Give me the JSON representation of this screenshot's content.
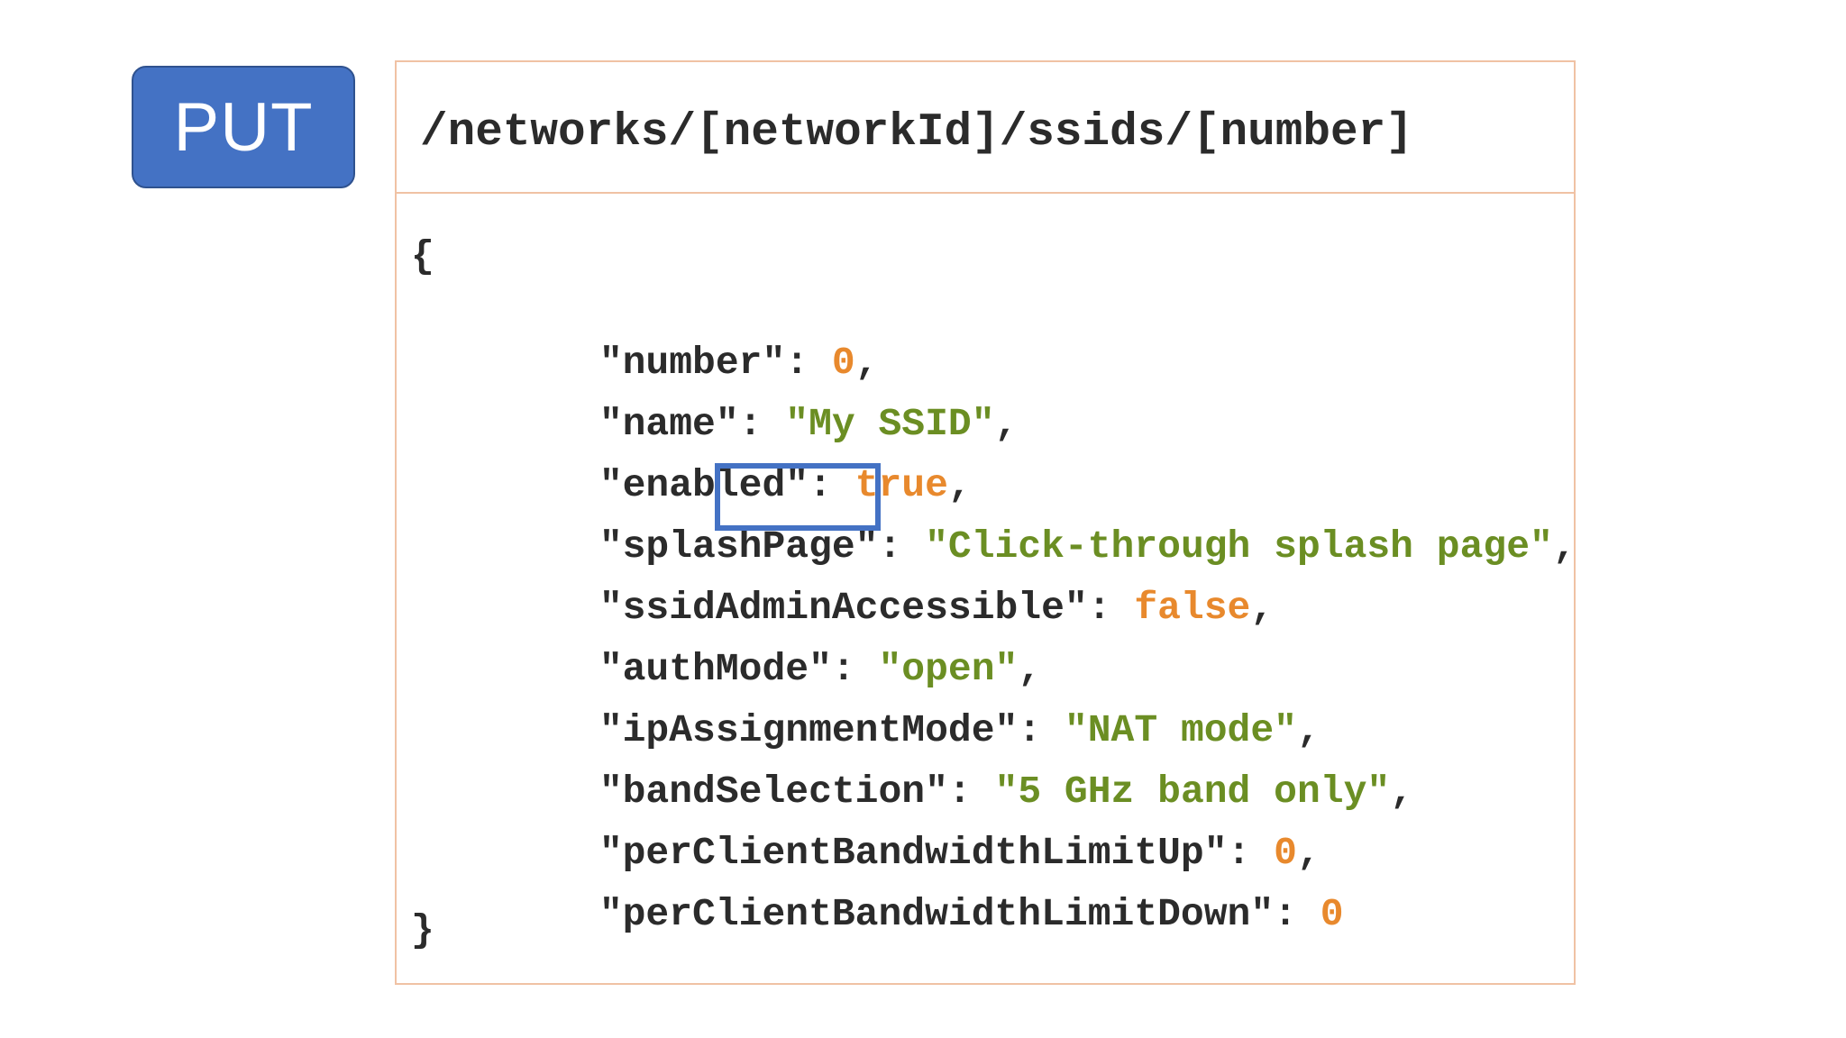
{
  "method": {
    "label": "PUT",
    "color": "#4472c4"
  },
  "endpoint": {
    "path": "/networks/[networkId]/ssids/[number]"
  },
  "body": {
    "open_brace": "{",
    "close_brace": "}",
    "fields": [
      {
        "key": "\"number\"",
        "sep": ": ",
        "value": "0",
        "value_type": "number",
        "trail": ","
      },
      {
        "key": "\"name\"",
        "sep": ": ",
        "value": "\"My SSID\"",
        "value_type": "string",
        "trail": ","
      },
      {
        "key": "\"enabled\"",
        "sep": ": ",
        "value": "true",
        "value_type": "boolean",
        "trail": ","
      },
      {
        "key": "\"splashPage\"",
        "sep": ": ",
        "value": "\"Click-through splash page\"",
        "value_type": "string",
        "trail": ","
      },
      {
        "key": "\"ssidAdminAccessible\"",
        "sep": ": ",
        "value": "false",
        "value_type": "boolean",
        "trail": ","
      },
      {
        "key": "\"authMode\"",
        "sep": ": ",
        "value": "\"open\"",
        "value_type": "string",
        "trail": ","
      },
      {
        "key": "\"ipAssignmentMode\"",
        "sep": ": ",
        "value": "\"NAT mode\"",
        "value_type": "string",
        "trail": ","
      },
      {
        "key": "\"bandSelection\"",
        "sep": ": ",
        "value": "\"5 GHz band only\"",
        "value_type": "string",
        "trail": ","
      },
      {
        "key": "\"perClientBandwidthLimitUp\"",
        "sep": ": ",
        "value": "0",
        "value_type": "number",
        "trail": ","
      },
      {
        "key": "\"perClientBandwidthLimitDown\"",
        "sep": ": ",
        "value": "0",
        "value_type": "number",
        "trail": ""
      }
    ],
    "highlighted_field": "enabled",
    "colors": {
      "key": "#2b2b2b",
      "string": "#6b8e23",
      "literal": "#e8892d",
      "highlight": "#4472c4",
      "panel_border": "#f0c2a4"
    }
  }
}
